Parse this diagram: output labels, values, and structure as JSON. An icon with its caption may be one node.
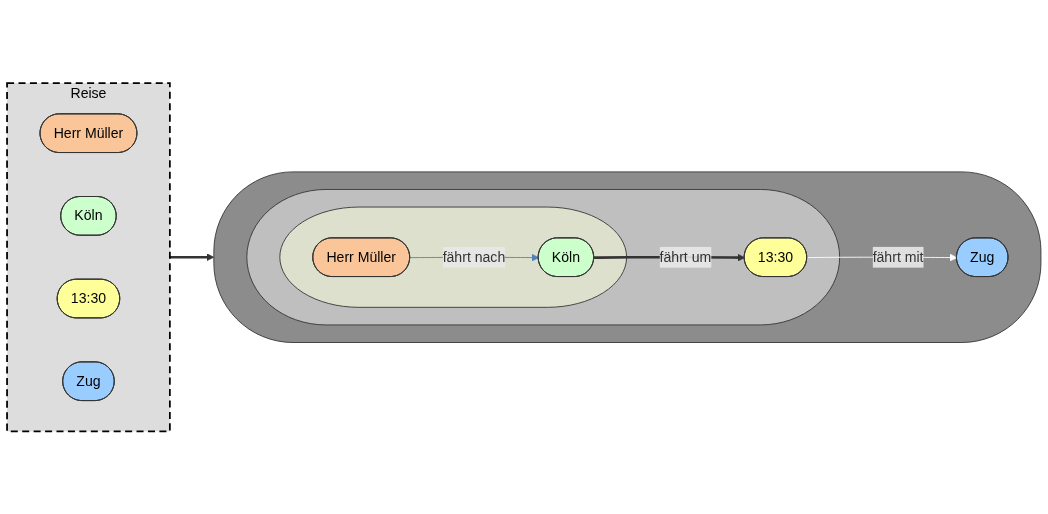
{
  "diagram": {
    "nodes": [
      {
        "text": [
          "Reise"
        ]
      },
      {
        "text": [
          "Herr Müller"
        ],
        "in": 0
      },
      {
        "text": [
          "Köln"
        ],
        "in": 0
      },
      {
        "text": [
          "13:30"
        ],
        "in": 0
      },
      {
        "text": [
          "Zug"
        ],
        "in": 0
      },
      {
        "text": [],
        "shape": "ellipse"
      },
      {
        "text": [],
        "shape": "ellipse",
        "in": 5
      },
      {
        "text": [],
        "shape": "ellipse",
        "in": 6
      },
      {
        "text": [
          "Herr Müller"
        ],
        "in": 7
      },
      {
        "text": [
          "Köln"
        ],
        "in": 7
      },
      {
        "text": [
          "13:30"
        ],
        "in": 6
      },
      {
        "text": [
          "Zug"
        ],
        "in": 5
      }
    ],
    "edges": [
      {
        "from": 0,
        "to": 5,
        "arrow": "to",
        "style": "thick"
      },
      {
        "from": 8,
        "to": 9,
        "label": "fährt nach",
        "arrow": "to",
        "color": "#4f81bd"
      },
      {
        "from": 9,
        "to": 10,
        "label": "fährt um",
        "arrow": "to",
        "style": "thick"
      },
      {
        "from": 10,
        "to": 11,
        "label": "fährt mit",
        "arrow": "to",
        "color": "#ffffff"
      }
    ]
  }
}
